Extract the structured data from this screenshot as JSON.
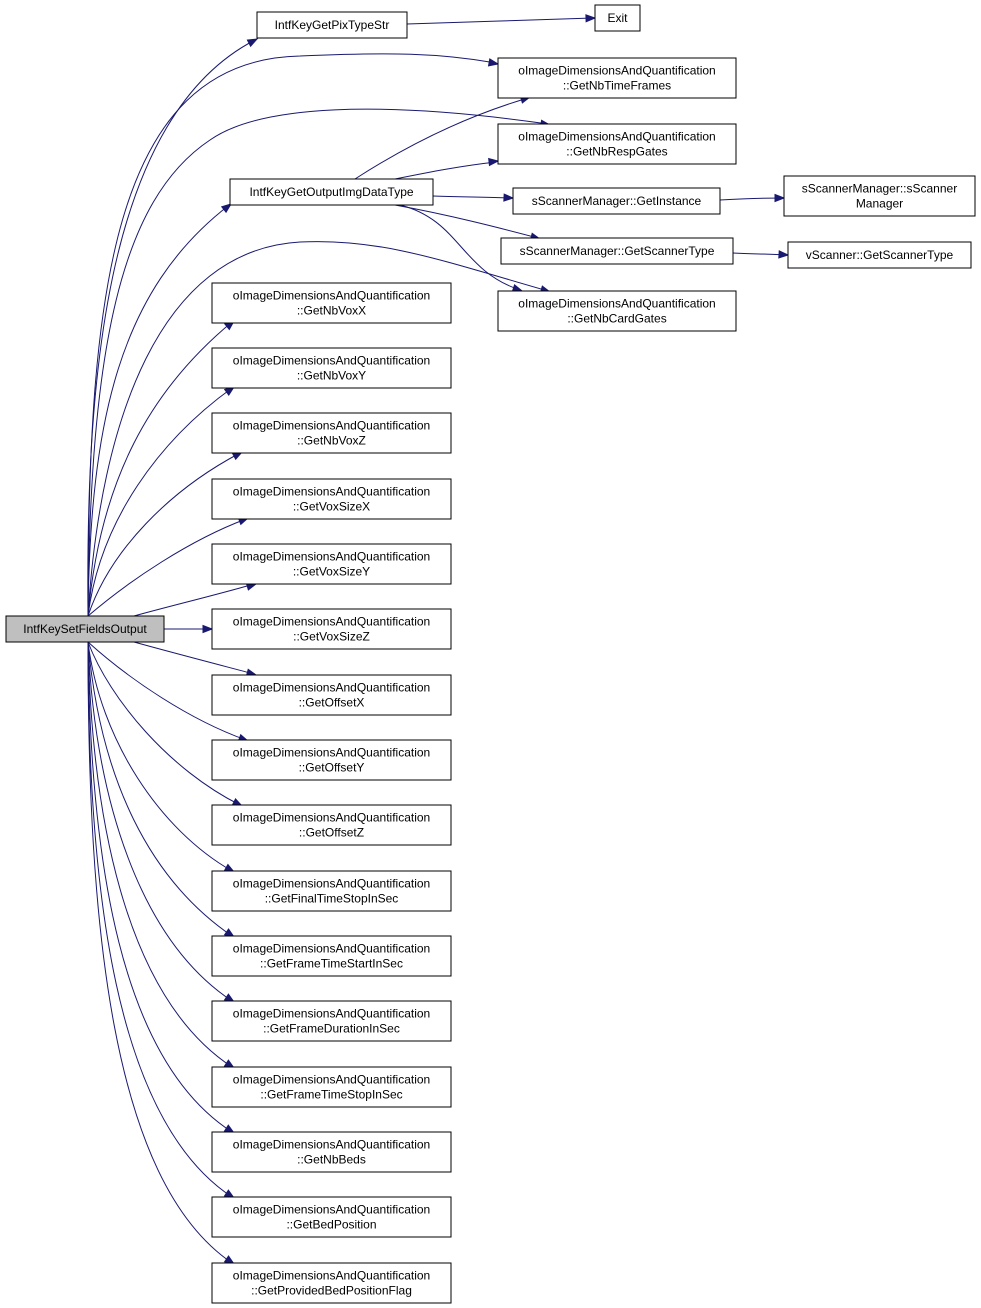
{
  "nodes": {
    "root": [
      "IntfKeySetFieldsOutput"
    ],
    "pixtype": [
      "IntfKeyGetPixTypeStr"
    ],
    "exit": [
      "Exit"
    ],
    "outtype": [
      "IntfKeyGetOutputImgDataType"
    ],
    "nbtime": [
      "oImageDimensionsAndQuantification",
      "::GetNbTimeFrames"
    ],
    "nbresp": [
      "oImageDimensionsAndQuantification",
      "::GetNbRespGates"
    ],
    "getinst": [
      "sScannerManager::GetInstance"
    ],
    "ssm": [
      "sScannerManager::sScanner",
      "Manager"
    ],
    "getscantype": [
      "sScannerManager::GetScannerType"
    ],
    "vscan": [
      "vScanner::GetScannerType"
    ],
    "nbcard": [
      "oImageDimensionsAndQuantification",
      "::GetNbCardGates"
    ],
    "voxx": [
      "oImageDimensionsAndQuantification",
      "::GetNbVoxX"
    ],
    "voxy": [
      "oImageDimensionsAndQuantification",
      "::GetNbVoxY"
    ],
    "voxz": [
      "oImageDimensionsAndQuantification",
      "::GetNbVoxZ"
    ],
    "sizex": [
      "oImageDimensionsAndQuantification",
      "::GetVoxSizeX"
    ],
    "sizey": [
      "oImageDimensionsAndQuantification",
      "::GetVoxSizeY"
    ],
    "sizez": [
      "oImageDimensionsAndQuantification",
      "::GetVoxSizeZ"
    ],
    "offx": [
      "oImageDimensionsAndQuantification",
      "::GetOffsetX"
    ],
    "offy": [
      "oImageDimensionsAndQuantification",
      "::GetOffsetY"
    ],
    "offz": [
      "oImageDimensionsAndQuantification",
      "::GetOffsetZ"
    ],
    "finalstop": [
      "oImageDimensionsAndQuantification",
      "::GetFinalTimeStopInSec"
    ],
    "framestart": [
      "oImageDimensionsAndQuantification",
      "::GetFrameTimeStartInSec"
    ],
    "framedur": [
      "oImageDimensionsAndQuantification",
      "::GetFrameDurationInSec"
    ],
    "framestop": [
      "oImageDimensionsAndQuantification",
      "::GetFrameTimeStopInSec"
    ],
    "nbbeds": [
      "oImageDimensionsAndQuantification",
      "::GetNbBeds"
    ],
    "bedpos": [
      "oImageDimensionsAndQuantification",
      "::GetBedPosition"
    ],
    "bedflag": [
      "oImageDimensionsAndQuantification",
      "::GetProvidedBedPositionFlag"
    ]
  },
  "colors": {
    "edge": "#191970",
    "root_fill": "#bfbfbf",
    "node_fill": "#ffffff",
    "border": "#000000"
  }
}
